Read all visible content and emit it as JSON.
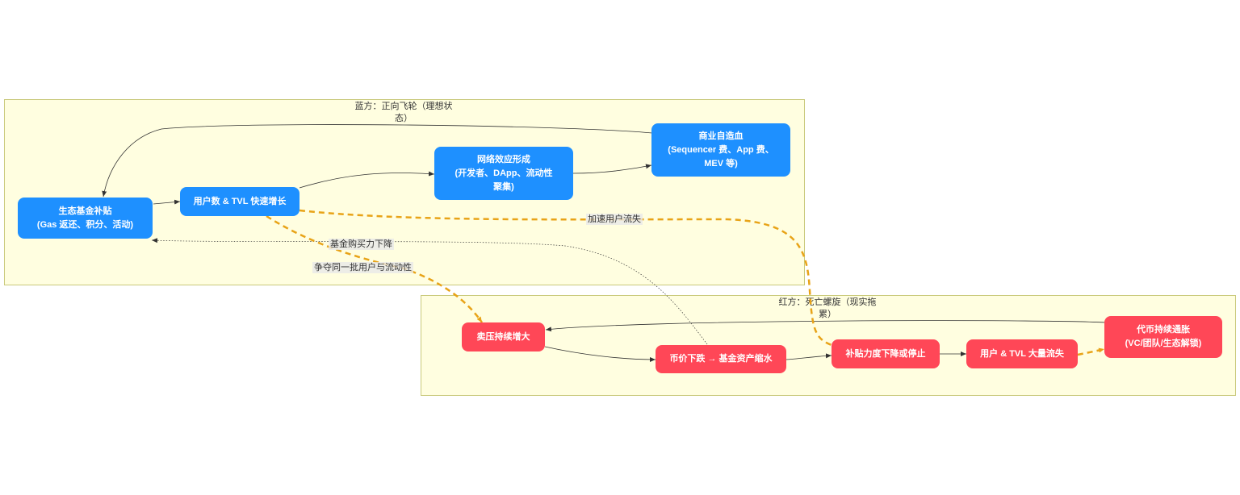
{
  "clusters": {
    "blue": {
      "title_line1": "蓝方：正向飞轮（理想状",
      "title_line2": "态）"
    },
    "red": {
      "title_line1": "红方：死亡螺旋（现实拖",
      "title_line2": "累）"
    }
  },
  "nodes": {
    "eco_subsidy": "生态基金补贴\n(Gas 返还、积分、活动)",
    "user_growth": "用户数 & TVL 快速增长",
    "network_effect": "网络效应形成\n(开发者、DApp、流动性\n聚集)",
    "self_sustain": "商业自造血\n(Sequencer 费、App 费、\nMEV 等)",
    "sell_pressure": "卖压持续增大",
    "price_drop": "币价下跌 → 基金资产缩水",
    "subsidy_cut": "补贴力度下降或停止",
    "user_loss": "用户 & TVL 大量流失",
    "token_inflation": "代币持续通胀\n(VC/团队/生态解锁)"
  },
  "edge_labels": {
    "accelerate_loss": "加速用户流失",
    "fund_buying_power": "基金购买力下降",
    "compete_users": "争夺同一批用户与流动性"
  },
  "colors": {
    "blue_node": "#1e90ff",
    "red_node": "#ff4757",
    "cluster_fill": "#fffee0",
    "cluster_border": "#c9c97a",
    "dashed_edge": "#e8a317",
    "edge": "#333333"
  }
}
